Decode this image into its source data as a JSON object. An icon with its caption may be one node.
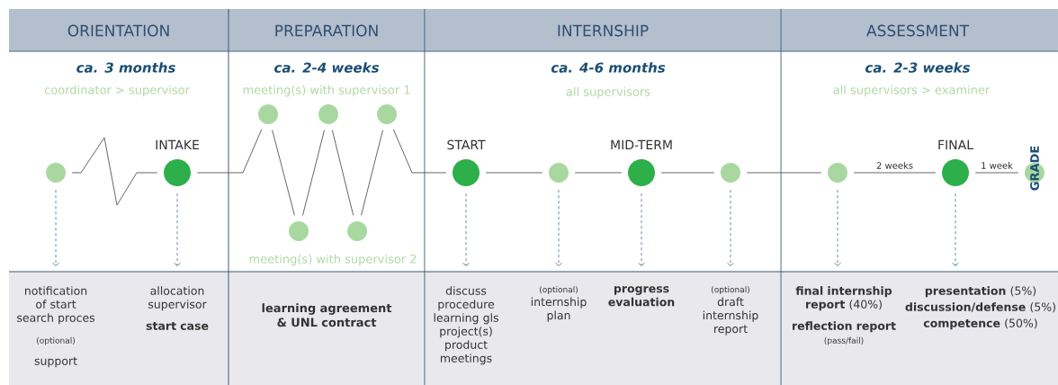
{
  "diagram": {
    "nodes": [
      {
        "text": [],
        "shape": "circle"
      },
      {
        "text": [
          "INTAKE"
        ]
      },
      {
        "text": [],
        "shape": "circle"
      },
      {
        "text": [],
        "shape": "circle"
      },
      {
        "text": [],
        "shape": "circle"
      },
      {
        "text": [],
        "shape": "circle"
      },
      {
        "text": [],
        "shape": "circle"
      },
      {
        "text": [
          "START"
        ]
      },
      {
        "text": [],
        "shape": "circle"
      },
      {
        "text": [
          "MID-TERM"
        ]
      },
      {
        "text": [],
        "shape": "circle"
      },
      {
        "text": [],
        "shape": "circle"
      },
      {
        "text": [
          "FINAL"
        ]
      },
      {
        "text": [
          "GRADE"
        ]
      },
      {
        "text": [
          "notification of start search proces",
          "(optional)",
          "support"
        ]
      },
      {
        "text": [
          "allocation supervisor",
          "start case"
        ]
      },
      {
        "text": [
          "discuss procedure learning gls project(s) product meetings"
        ]
      },
      {
        "text": [
          "(optional)",
          "internship plan"
        ]
      },
      {
        "text": [
          "progress evaluation"
        ]
      },
      {
        "text": [
          "(optional)",
          "draft internship report"
        ]
      },
      {
        "text": [
          "**final internship report** (40%)",
          "**reflection report**",
          "(pass/fail)"
        ]
      },
      {
        "text": [
          "**presentation** (5%)",
          "**discussion/defense** (5%)",
          "**competence** (50%)"
        ]
      }
    ],
    "edges": [
      {
        "from": 0,
        "to": 1,
        "arrow": "none"
      },
      {
        "from": 1,
        "to": 2,
        "arrow": "none"
      },
      {
        "from": 2,
        "to": 3,
        "arrow": "none"
      },
      {
        "from": 3,
        "to": 4,
        "arrow": "none"
      },
      {
        "from": 4,
        "to": 5,
        "arrow": "none"
      },
      {
        "from": 5,
        "to": 6,
        "arrow": "none"
      },
      {
        "from": 6,
        "to": 7,
        "arrow": "none"
      },
      {
        "from": 7,
        "to": 8,
        "arrow": "none"
      },
      {
        "from": 8,
        "to": 9,
        "arrow": "none"
      },
      {
        "from": 9,
        "to": 10,
        "arrow": "none"
      },
      {
        "from": 10,
        "to": 11,
        "arrow": "none"
      },
      {
        "from": 11,
        "to": 12,
        "arrow": "none",
        "label": "2 weeks"
      },
      {
        "from": 12,
        "to": 13,
        "arrow": "none",
        "label": "1 week"
      },
      {
        "from": 0,
        "to": 14,
        "arrow": "to",
        "style": "dashed",
        "color": "#5a7894"
      },
      {
        "from": 1,
        "to": 15,
        "arrow": "to",
        "style": "dashed",
        "color": "#5a7894"
      },
      {
        "from": 7,
        "to": 16,
        "arrow": "to",
        "style": "dashed",
        "color": "#5a7894"
      },
      {
        "from": 8,
        "to": 17,
        "arrow": "to",
        "style": "dashed",
        "color": "#5a7894"
      },
      {
        "from": 9,
        "to": 18,
        "arrow": "to",
        "style": "dashed",
        "color": "#5a7894"
      },
      {
        "from": 10,
        "to": 19,
        "arrow": "to",
        "style": "dashed",
        "color": "#5a7894"
      },
      {
        "from": 11,
        "to": 20,
        "arrow": "to",
        "style": "dashed",
        "color": "#5a7894"
      },
      {
        "from": 12,
        "to": 21,
        "arrow": "to",
        "style": "dashed",
        "color": "#5a7894"
      }
    ],
    "labels": [
      "ORIENTATION",
      "PREPARATION",
      "INTERNSHIP",
      "ASSESSMENT",
      "ca. 3 months",
      "ca. 2-4 weeks",
      "ca. 4-6 months",
      "ca. 2-3 weeks",
      "coordinator > supervisor",
      "meeting(s) with supervisor 1",
      "all supervisors",
      "all supervisors > examiner",
      "meeting(s) with supervisor 2",
      "learning agreement & UNL contract"
    ]
  }
}
